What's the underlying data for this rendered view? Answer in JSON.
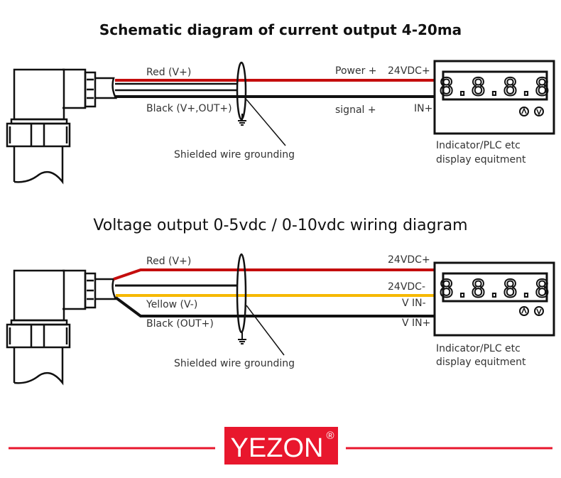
{
  "diagram1": {
    "title": "Schematic diagram of current output 4-20ma",
    "wire_labels": {
      "red": "Red (V+)",
      "black": "Black (V+,OUT+)"
    },
    "terminal_labels": {
      "power": "Power +",
      "vdc_plus": "24VDC+",
      "signal": "signal +",
      "in_plus": "IN+"
    },
    "shield_label": "Shielded wire grounding",
    "display": {
      "readout": "8.8.8.8",
      "caption_line1": "Indicator/PLC etc",
      "caption_line2": "display equitment"
    }
  },
  "diagram2": {
    "title": "Voltage output 0-5vdc / 0-10vdc wiring diagram",
    "wire_labels": {
      "red": "Red (V+)",
      "yellow": "Yellow (V-)",
      "black": "Black (OUT+)"
    },
    "terminal_labels": {
      "vdc_plus": "24VDC+",
      "vdc_minus": "24VDC-",
      "vin_minus": "V IN-",
      "vin_plus": "V IN+"
    },
    "shield_label": "Shielded wire grounding",
    "display": {
      "readout": "8.8.8.8",
      "caption_line1": "Indicator/PLC etc",
      "caption_line2": "display equitment"
    }
  },
  "logo": {
    "text": "YEZON",
    "registered": "®"
  },
  "colors": {
    "red_wire": "#c40d0d",
    "yellow_wire": "#f6b800",
    "black_wire": "#111111",
    "brand": "#e8172d"
  }
}
